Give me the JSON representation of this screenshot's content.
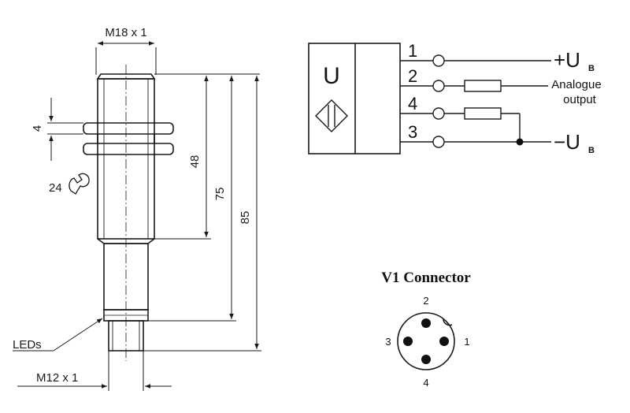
{
  "drawing": {
    "thread_top": "M18 x 1",
    "nut_thickness": "4",
    "wrench_size": "24",
    "length_48": "48",
    "length_75": "75",
    "length_85": "85",
    "leds_label": "LEDs",
    "thread_bottom": "M12 x 1"
  },
  "wiring": {
    "block_label": "U",
    "pins": [
      {
        "number": "1"
      },
      {
        "number": "2"
      },
      {
        "number": "4"
      },
      {
        "number": "3"
      }
    ],
    "plus_supply": "+U",
    "plus_sub": "B",
    "minus_supply": "−U",
    "minus_sub": "B",
    "output_line1": "Analogue",
    "output_line2": "output"
  },
  "connector": {
    "title": "V1 Connector",
    "pin_top": "2",
    "pin_left": "3",
    "pin_right": "1",
    "pin_bottom": "4"
  }
}
